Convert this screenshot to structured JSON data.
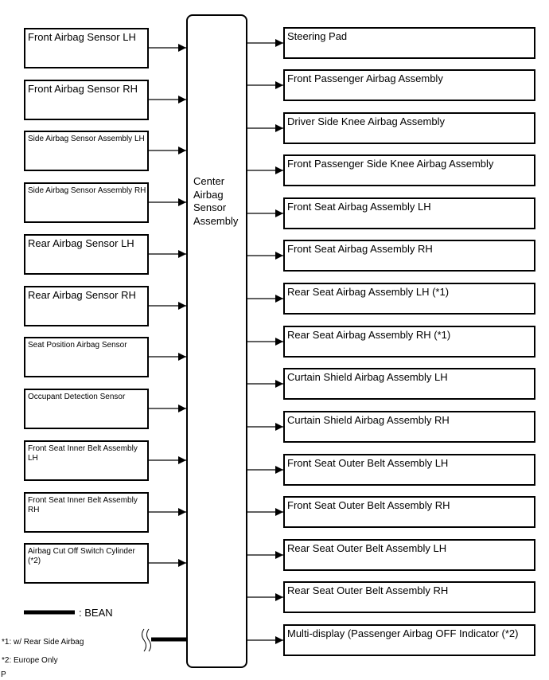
{
  "center": {
    "lines": [
      "Center",
      "Airbag",
      "Sensor",
      "Assembly"
    ]
  },
  "inputs": [
    "Front Airbag Sensor LH",
    "Front Airbag Sensor RH",
    "Side Airbag Sensor Assembly LH",
    "Side Airbag Sensor Assembly RH",
    "Rear Airbag Sensor LH",
    "Rear Airbag Sensor RH",
    "Seat Position Airbag Sensor",
    "Occupant Detection Sensor",
    "Front Seat Inner Belt Assembly LH",
    "Front Seat Inner Belt Assembly RH",
    "Airbag Cut Off Switch Cylinder (*2)"
  ],
  "outputs": [
    "Steering Pad",
    "Front Passenger Airbag Assembly",
    "Driver Side Knee Airbag Assembly",
    "Front Passenger Side Knee Airbag Assembly",
    "Front Seat Airbag Assembly LH",
    "Front Seat Airbag Assembly RH",
    "Rear Seat Airbag Assembly LH (*1)",
    "Rear Seat Airbag Assembly RH (*1)",
    "Curtain Shield Airbag Assembly LH",
    "Curtain Shield Airbag Assembly RH",
    "Front Seat Outer Belt Assembly LH",
    "Front Seat Outer Belt Assembly RH",
    "Rear Seat Outer Belt Assembly LH",
    "Rear Seat Outer Belt Assembly RH",
    "Multi-display (Passenger Airbag OFF Indicator (*2)"
  ],
  "legend": {
    "bean_label": ": BEAN"
  },
  "notes": [
    "*1: w/ Rear Side Airbag",
    "*2: Europe Only"
  ],
  "corner_mark": "P"
}
